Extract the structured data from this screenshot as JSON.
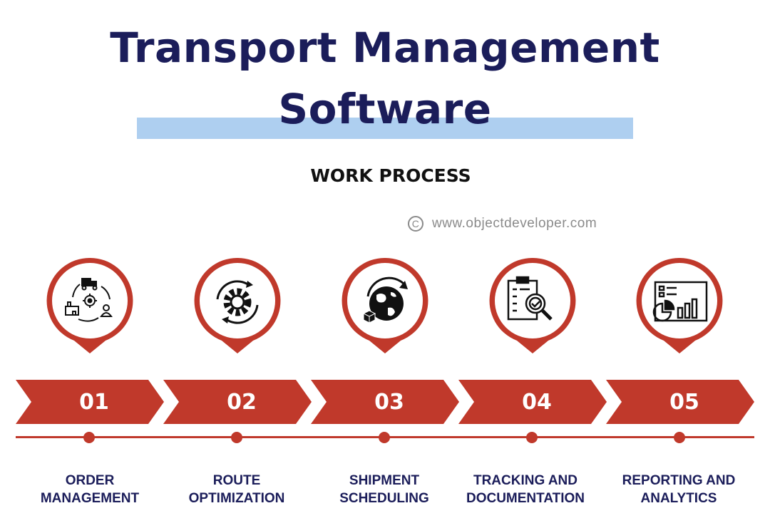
{
  "title_line_1": "Transport Management",
  "title_line_2": "Software",
  "subtitle": "WORK PROCESS",
  "copyright": {
    "symbol": "C",
    "url": "www.objectdeveloper.com"
  },
  "colors": {
    "accent": "#c0392b",
    "title": "#1b1d5a",
    "highlight": "#aecff0",
    "icon": "#111111"
  },
  "steps": [
    {
      "number": "01",
      "label_line_1": "ORDER",
      "label_line_2": "MANAGEMENT",
      "icon": "order-cycle-icon"
    },
    {
      "number": "02",
      "label_line_1": "ROUTE",
      "label_line_2": "OPTIMIZATION",
      "icon": "gear-refresh-icon"
    },
    {
      "number": "03",
      "label_line_1": "SHIPMENT",
      "label_line_2": "SCHEDULING",
      "icon": "globe-shipping-icon"
    },
    {
      "number": "04",
      "label_line_1": "TRACKING AND",
      "label_line_2": "DOCUMENTATION",
      "icon": "clipboard-search-icon"
    },
    {
      "number": "05",
      "label_line_1": "REPORTING AND",
      "label_line_2": "ANALYTICS",
      "icon": "report-chart-icon"
    }
  ]
}
